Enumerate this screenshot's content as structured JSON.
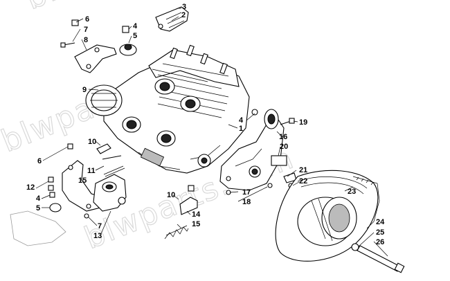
{
  "diagram": {
    "watermark": "blwparts.com",
    "callouts": [
      {
        "id": "c3",
        "text": "3"
      },
      {
        "id": "c2",
        "text": "2"
      },
      {
        "id": "c6a",
        "text": "6"
      },
      {
        "id": "c7a",
        "text": "7"
      },
      {
        "id": "c8",
        "text": "8"
      },
      {
        "id": "c4a",
        "text": "4"
      },
      {
        "id": "c5a",
        "text": "5"
      },
      {
        "id": "c9",
        "text": "9"
      },
      {
        "id": "c4b",
        "text": "4"
      },
      {
        "id": "c1",
        "text": "1"
      },
      {
        "id": "c19",
        "text": "19"
      },
      {
        "id": "c16",
        "text": "16"
      },
      {
        "id": "c20",
        "text": "20"
      },
      {
        "id": "c10a",
        "text": "10"
      },
      {
        "id": "c11",
        "text": "11"
      },
      {
        "id": "c12",
        "text": "12"
      },
      {
        "id": "c6b",
        "text": "6"
      },
      {
        "id": "c15a",
        "text": "15"
      },
      {
        "id": "c21",
        "text": "21"
      },
      {
        "id": "c22",
        "text": "22"
      },
      {
        "id": "c23",
        "text": "23"
      },
      {
        "id": "c4c",
        "text": "4"
      },
      {
        "id": "c5b",
        "text": "5"
      },
      {
        "id": "c10b",
        "text": "10"
      },
      {
        "id": "c17",
        "text": "17"
      },
      {
        "id": "c18",
        "text": "18"
      },
      {
        "id": "c14",
        "text": "14"
      },
      {
        "id": "c15b",
        "text": "15"
      },
      {
        "id": "c7b",
        "text": "7"
      },
      {
        "id": "c13",
        "text": "13"
      },
      {
        "id": "c24",
        "text": "24"
      },
      {
        "id": "c25",
        "text": "25"
      },
      {
        "id": "c26",
        "text": "26"
      }
    ]
  }
}
